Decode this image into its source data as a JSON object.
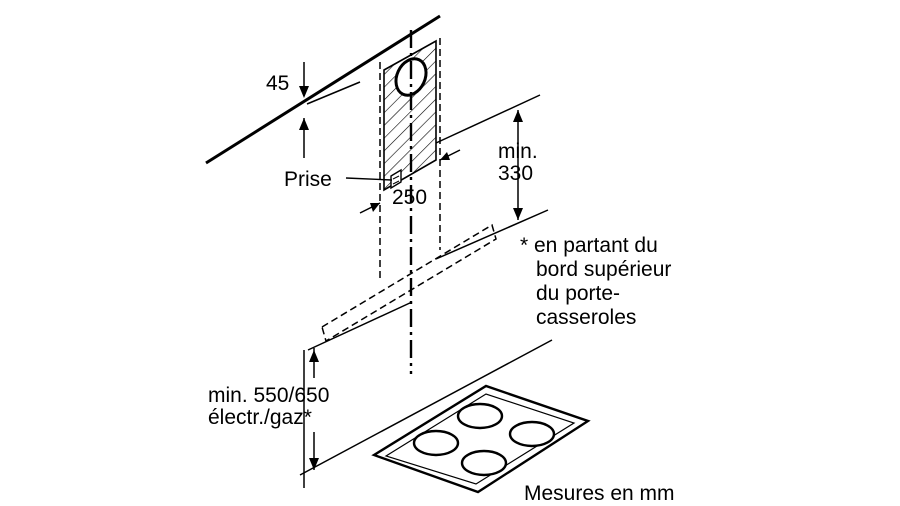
{
  "labels": {
    "dim_45": "45",
    "prise": "Prise",
    "dim_250": "250",
    "min_330_line1": "min.",
    "min_330_line2": "330",
    "note_line1": "* en partant du",
    "note_line2": "bord supérieur",
    "note_line3": "du porte-",
    "note_line4": "casseroles",
    "min_height_line1": "min. 550/650",
    "min_height_line2": "électr./gaz*",
    "units": "Mesures en mm"
  },
  "colors": {
    "ink": "#000000",
    "background": "#ffffff"
  }
}
